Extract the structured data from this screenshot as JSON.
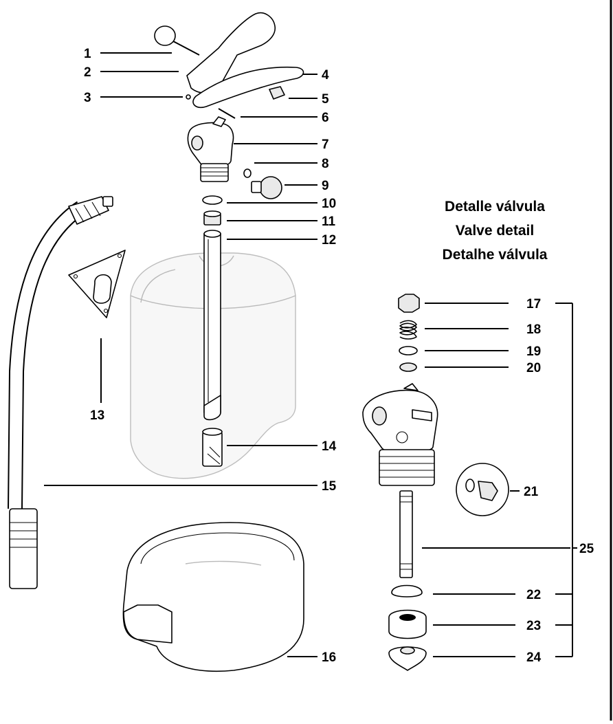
{
  "diagram": {
    "title_lines": [
      "Detalle válvula",
      "Valve detail",
      "Detalhe válvula"
    ],
    "callouts": [
      "1",
      "2",
      "3",
      "4",
      "5",
      "6",
      "7",
      "8",
      "9",
      "10",
      "11",
      "12",
      "13",
      "14",
      "15",
      "16",
      "17",
      "18",
      "19",
      "20",
      "21",
      "22",
      "23",
      "24",
      "25"
    ]
  }
}
